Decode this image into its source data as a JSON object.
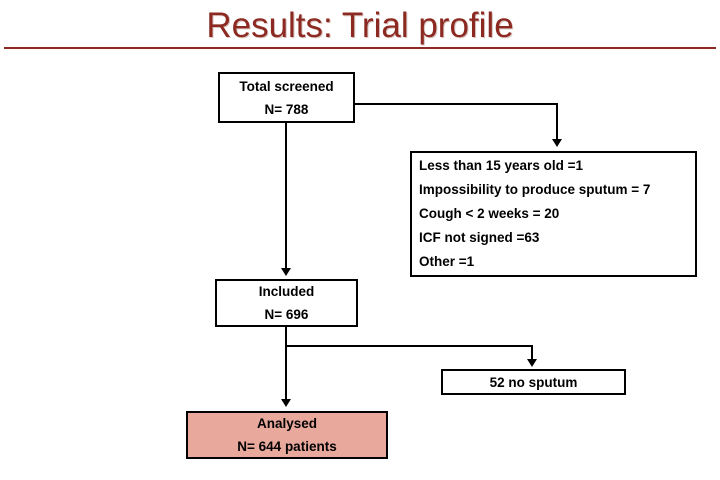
{
  "slide": {
    "title": "Results: Trial profile",
    "title_color": "#8C2A22",
    "background_color": "#FFFFFF",
    "rule_color": "#8C2A22"
  },
  "flowchart": {
    "type": "consort-trial-profile",
    "boxes": [
      {
        "id": "total-screened",
        "lines": [
          "Total screened",
          "N= 788"
        ],
        "fill": "#FFFFFF",
        "border": "#000000"
      },
      {
        "id": "excluded",
        "lines": [
          "Less than 15 years old =1",
          "Impossibility to produce sputum = 7",
          "Cough < 2 weeks = 20",
          "ICF not signed =63",
          "Other =1"
        ],
        "fill": "#FFFFFF",
        "border": "#000000"
      },
      {
        "id": "included",
        "lines": [
          "Included",
          "N= 696"
        ],
        "fill": "#FFFFFF",
        "border": "#000000"
      },
      {
        "id": "no-sputum",
        "lines": [
          "52 no sputum"
        ],
        "fill": "#FFFFFF",
        "border": "#000000"
      },
      {
        "id": "analysed",
        "lines": [
          "Analysed",
          "N= 644 patients"
        ],
        "fill": "#E8A89C",
        "border": "#000000"
      }
    ],
    "connectors": [
      {
        "id": "total-to-excluded",
        "from": "total-screened",
        "to": "excluded",
        "style": "elbow-right-arrow"
      },
      {
        "id": "total-to-included",
        "from": "total-screened",
        "to": "included",
        "style": "straight-down-arrow"
      },
      {
        "id": "included-to-no-sputum",
        "from": "included",
        "to": "no-sputum",
        "style": "elbow-right-arrow"
      },
      {
        "id": "included-to-analysed",
        "from": "included",
        "to": "analysed",
        "style": "straight-down-arrow"
      }
    ]
  }
}
